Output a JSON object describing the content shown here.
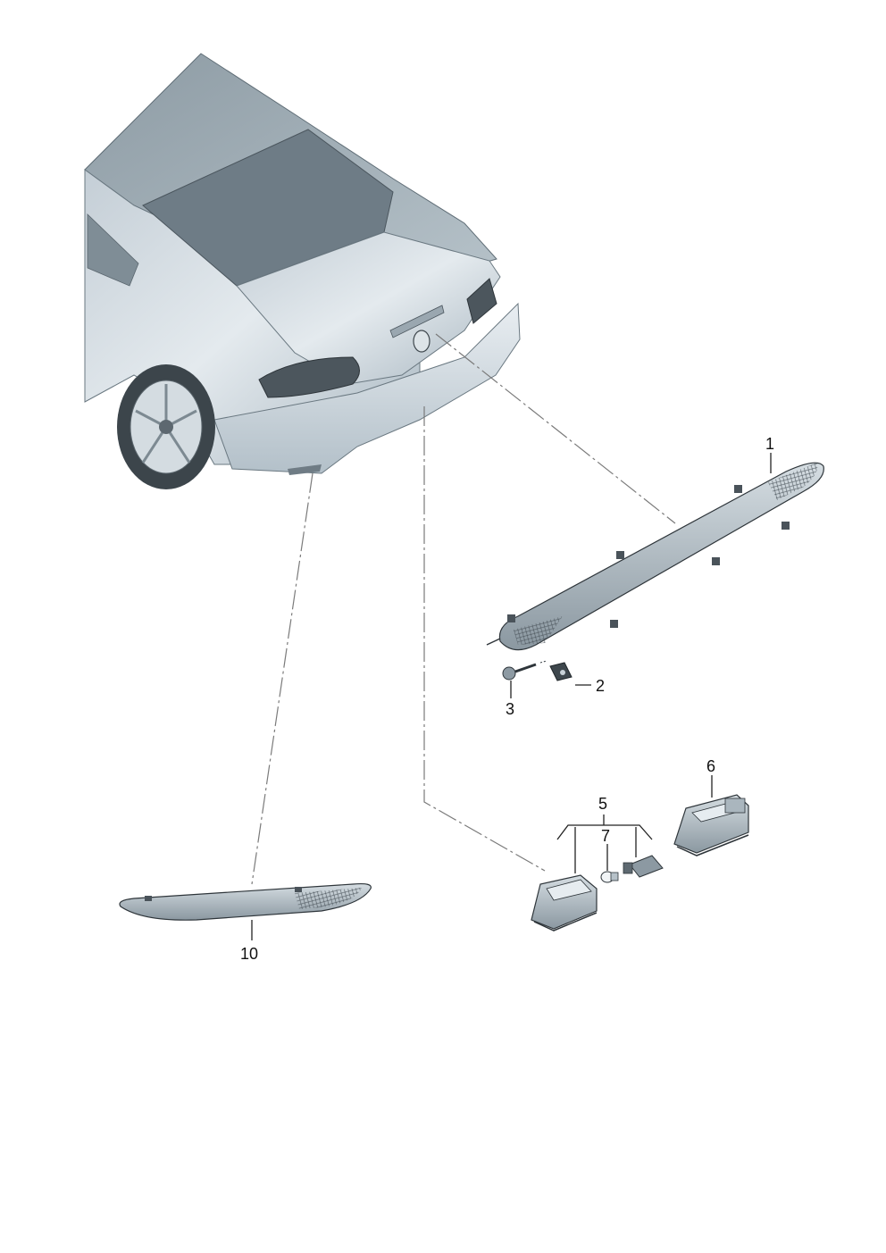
{
  "callouts": {
    "c1": "1",
    "c2": "2",
    "c3": "3",
    "c5": "5",
    "c6": "6",
    "c7": "7",
    "c10": "10"
  },
  "colors": {
    "body_light": "#e8eef3",
    "body_mid": "#b9c6cf",
    "body_dark": "#6f7f8a",
    "glass": "#7b8a93",
    "part_fill": "#c9d2d8",
    "part_dark": "#3b4248"
  }
}
